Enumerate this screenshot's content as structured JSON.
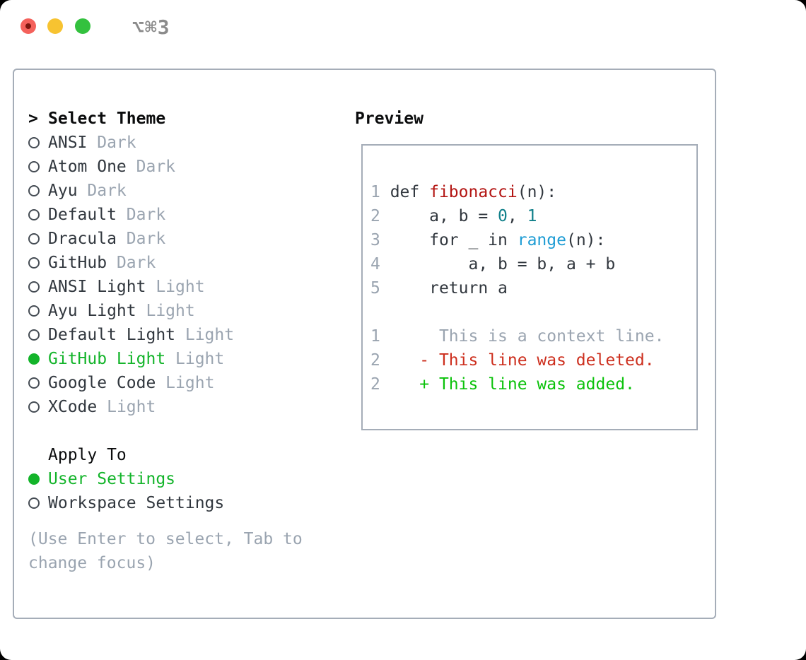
{
  "window": {
    "shortcut_label": "⌥⌘3",
    "traffic_lights": [
      {
        "name": "close",
        "color": "#f4615b",
        "dot": "#7d170f"
      },
      {
        "name": "minimize",
        "color": "#f7c331"
      },
      {
        "name": "zoom",
        "color": "#33c13e"
      }
    ]
  },
  "colors": {
    "accent_green": "#13b42a",
    "text_dark": "#31373e",
    "text_black": "#0b0c0d",
    "text_muted": "#9aa4b0",
    "ring_gray": "#454c54",
    "border_gray": "#a5adb8",
    "shortcut_gray": "#8b8b8b",
    "func_red": "#b31412",
    "number_teal": "#11808a",
    "builtin_blue": "#1e9cd4",
    "diff_deleted": "#cd2f1e",
    "diff_added": "#0bc20b"
  },
  "theme_picker": {
    "prompt": ">",
    "title": "Select Theme",
    "items": [
      {
        "label": "ANSI",
        "variant": "Dark",
        "selected": false
      },
      {
        "label": "Atom One",
        "variant": "Dark",
        "selected": false
      },
      {
        "label": "Ayu",
        "variant": "Dark",
        "selected": false
      },
      {
        "label": "Default",
        "variant": "Dark",
        "selected": false
      },
      {
        "label": "Dracula",
        "variant": "Dark",
        "selected": false
      },
      {
        "label": "GitHub",
        "variant": "Dark",
        "selected": false
      },
      {
        "label": "ANSI Light",
        "variant": "Light",
        "selected": false
      },
      {
        "label": "Ayu Light",
        "variant": "Light",
        "selected": false
      },
      {
        "label": "Default Light",
        "variant": "Light",
        "selected": false
      },
      {
        "label": "GitHub Light",
        "variant": "Light",
        "selected": true
      },
      {
        "label": "Google Code",
        "variant": "Light",
        "selected": false
      },
      {
        "label": "XCode",
        "variant": "Light",
        "selected": false
      }
    ],
    "apply_to": {
      "title": "Apply To",
      "options": [
        {
          "label": "User Settings",
          "selected": true
        },
        {
          "label": "Workspace Settings",
          "selected": false
        }
      ]
    },
    "help_text": "(Use Enter to select, Tab to change focus)"
  },
  "preview": {
    "title": "Preview",
    "lines": [
      {
        "num": "1",
        "segments": [
          {
            "t": "def ",
            "c": "plain"
          },
          {
            "t": "fibonacci",
            "c": "func"
          },
          {
            "t": "(n):",
            "c": "plain"
          }
        ]
      },
      {
        "num": "2",
        "segments": [
          {
            "t": "    a, b = ",
            "c": "plain"
          },
          {
            "t": "0",
            "c": "number"
          },
          {
            "t": ", ",
            "c": "plain"
          },
          {
            "t": "1",
            "c": "number"
          }
        ]
      },
      {
        "num": "3",
        "segments": [
          {
            "t": "    for _ in ",
            "c": "plain"
          },
          {
            "t": "range",
            "c": "builtin"
          },
          {
            "t": "(n):",
            "c": "plain"
          }
        ]
      },
      {
        "num": "4",
        "segments": [
          {
            "t": "        a, b = b, a + b",
            "c": "plain"
          }
        ]
      },
      {
        "num": "5",
        "segments": [
          {
            "t": "    return a",
            "c": "plain"
          }
        ]
      },
      {
        "num": "",
        "segments": []
      },
      {
        "num": "1",
        "segments": [
          {
            "t": "     This is a context line.",
            "c": "muted"
          }
        ]
      },
      {
        "num": "2",
        "segments": [
          {
            "t": "   - This line was deleted.",
            "c": "deleted"
          }
        ]
      },
      {
        "num": "2",
        "segments": [
          {
            "t": "   + This line was added.",
            "c": "added"
          }
        ]
      }
    ]
  }
}
